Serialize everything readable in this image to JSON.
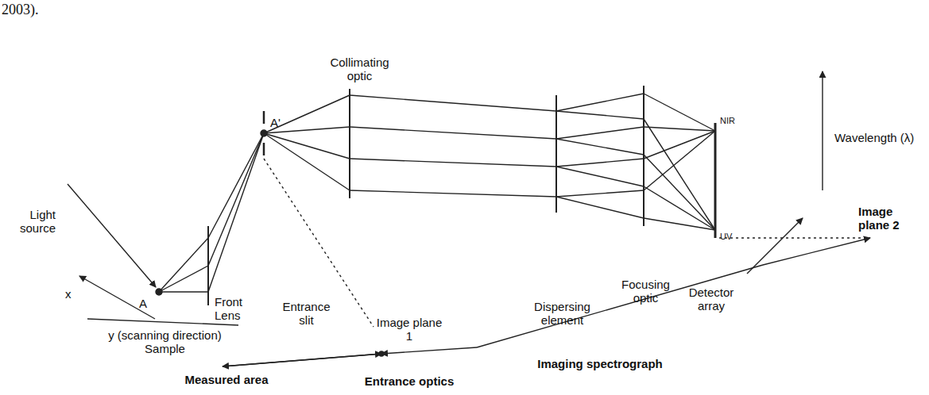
{
  "diagram": {
    "labels": [
      "2003).",
      "Light source",
      "x",
      "A",
      "y (scanning direction) Sample",
      "Front Lens",
      "Entrance slit",
      "A'",
      "Collimating optic",
      "Image plane 1",
      "Dispersing element",
      "Focusing optic",
      "Detector array",
      "NIR",
      "UV",
      "Wavelength (λ)",
      "Image plane 2",
      "Measured area",
      "Entrance optics",
      "Imaging spectrograph"
    ]
  }
}
